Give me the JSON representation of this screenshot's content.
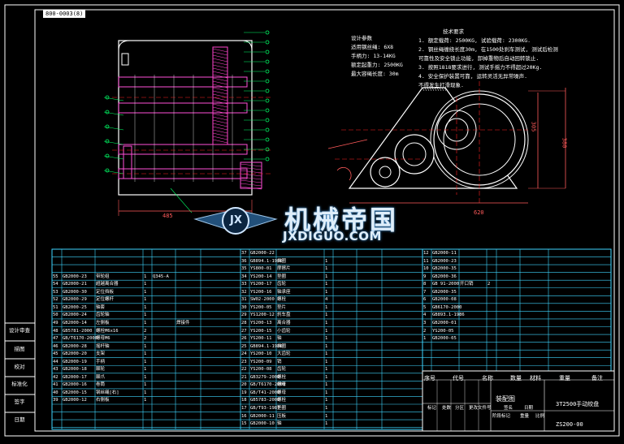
{
  "title_tag": "800-0003(8)",
  "design_params": {
    "label": "设计参数",
    "lines": [
      "适用钢丝绳: 6X8",
      "手柄力: 13-14KG",
      "额定起重力: 2500KG",
      "最大容绳长度: 30m"
    ]
  },
  "tech_requirements": {
    "title": "技术要求",
    "items": [
      "1. 额定载荷: 2500KG, 试验载荷: 2300KG.",
      "2. 钢丝绳缠绕长度30m, 在1500处刹车测试, 测试后检测",
      "   可靠性及安全锁止功能, 卸掉重物后自动回转锁止.",
      "3. 按照1818要求进行, 测试手摇力不得超过20Kg.",
      "4. 安全保护装置可靠, 运转灵活无异常噪声.",
      "   不得发生打滑现象."
    ]
  },
  "dimensions": {
    "d1": "485",
    "d2": "620",
    "d3": "380",
    "d4": "305"
  },
  "watermark": {
    "text_cn": "机械帝国",
    "text_en": "JXDIGUO.COM",
    "logo": "JX"
  },
  "side_labels": [
    "设计审查",
    "描图",
    "校对",
    "标准化",
    "签字",
    "日期"
  ],
  "title_block": {
    "header": [
      "序号",
      "代号",
      "名称",
      "数量",
      "材料",
      "重量",
      "备注"
    ],
    "drawing_name": "装配图",
    "product_name": "3T2500手动绞盘",
    "drawing_no": "ZS200-00",
    "small_labels": [
      "标记",
      "处数",
      "分区",
      "更改文件号",
      "签名",
      "日期"
    ],
    "scale_labels": [
      "阶段标记",
      "重量",
      "比例"
    ]
  },
  "bom_left": [
    [
      "",
      "",
      "",
      "",
      "",
      ""
    ],
    [
      "",
      "",
      "",
      "",
      "",
      ""
    ],
    [
      "",
      "",
      "",
      "",
      "",
      ""
    ],
    [
      "55",
      "GB2000-23",
      "带轮组",
      "1",
      "Q345-A",
      ""
    ],
    [
      "54",
      "GB2000-21",
      "超越离合器",
      "1",
      "",
      ""
    ],
    [
      "53",
      "GB2000-30",
      "定位挡板",
      "1",
      "",
      ""
    ],
    [
      "52",
      "GB2000-29",
      "定位螺杆",
      "1",
      "",
      ""
    ],
    [
      "51",
      "GB2000-25",
      "轴套",
      "1",
      "",
      ""
    ],
    [
      "50",
      "GB2000-24",
      "齿轮轴",
      "1",
      "",
      ""
    ],
    [
      "49",
      "GB2000-14",
      "左侧板",
      "1",
      "",
      "焊接件"
    ],
    [
      "48",
      "GB5781-2000",
      "螺栓M6x16",
      "2",
      "",
      ""
    ],
    [
      "47",
      "GB/T6170-2000",
      "螺母M6",
      "2",
      "",
      ""
    ],
    [
      "46",
      "GB2000-28",
      "摇杆轴",
      "1",
      "",
      ""
    ],
    [
      "45",
      "GB2000-20",
      "支架",
      "1",
      "",
      ""
    ],
    [
      "44",
      "GB2000-19",
      "手柄",
      "1",
      "",
      ""
    ],
    [
      "43",
      "GB2000-18",
      "棘轮",
      "1",
      "",
      ""
    ],
    [
      "42",
      "GB2000-17",
      "棘爪",
      "1",
      "",
      ""
    ],
    [
      "41",
      "GB2000-16",
      "卷筒",
      "1",
      "",
      ""
    ],
    [
      "40",
      "GB2000-15",
      "钢丝绳[右]",
      "1",
      "",
      ""
    ],
    [
      "39",
      "GB2000-12",
      "右侧板",
      "1",
      "",
      ""
    ]
  ],
  "bom_middle": [
    [
      "37",
      "GB2000-22",
      "",
      "",
      "",
      ""
    ],
    [
      "36",
      "GB894.1-1986",
      "挡圈",
      "1",
      "",
      ""
    ],
    [
      "35",
      "YS800-01",
      "摩擦片",
      "1",
      "",
      ""
    ],
    [
      "34",
      "YS200-14",
      "垫圈",
      "1",
      "",
      ""
    ],
    [
      "33",
      "YS200-17",
      "齿轮",
      "1",
      "",
      ""
    ],
    [
      "32",
      "YS200-16",
      "轴承座",
      "1",
      "",
      ""
    ],
    [
      "31",
      "SW02-2000",
      "螺栓",
      "4",
      "",
      ""
    ],
    [
      "30",
      "YS200-05",
      "垫片",
      "1",
      "",
      ""
    ],
    [
      "29",
      "YS1200-12",
      "刹车盘",
      "1",
      "",
      ""
    ],
    [
      "28",
      "YS200-13",
      "离合器",
      "1",
      "",
      ""
    ],
    [
      "27",
      "YS200-15",
      "小齿轮",
      "1",
      "",
      ""
    ],
    [
      "26",
      "YS200-11",
      "轴",
      "1",
      "",
      ""
    ],
    [
      "25",
      "GB894.1-1986",
      "挡圈",
      "1",
      "",
      ""
    ],
    [
      "24",
      "YS200-10",
      "大齿轮",
      "1",
      "",
      ""
    ],
    [
      "23",
      "YS200-09",
      "销",
      "1",
      "",
      ""
    ],
    [
      "22",
      "YS200-08",
      "齿轮",
      "1",
      "",
      ""
    ],
    [
      "21",
      "GB3279-2000",
      "螺栓",
      "1",
      "",
      ""
    ],
    [
      "20",
      "GB/T6170-2000",
      "螺母",
      "1",
      "",
      ""
    ],
    [
      "19",
      "GB/T41-2000",
      "螺母",
      "1",
      "",
      ""
    ],
    [
      "18",
      "GB5783-2000",
      "螺栓",
      "1",
      "",
      ""
    ],
    [
      "17",
      "GB/T93-1987",
      "垫圈",
      "1",
      "",
      ""
    ],
    [
      "16",
      "GB2000-11",
      "压板",
      "1",
      "",
      ""
    ],
    [
      "15",
      "GB2000-10",
      "轴",
      "1",
      "",
      ""
    ]
  ],
  "bom_right": [
    [
      "12",
      "GB2000-11",
      "",
      "",
      "",
      ""
    ],
    [
      "11",
      "GB2000-23",
      "",
      "",
      "",
      ""
    ],
    [
      "10",
      "GB2000-35",
      "",
      "",
      "",
      ""
    ],
    [
      "9",
      "GB2000-36",
      "",
      "",
      "",
      ""
    ],
    [
      "8",
      "GB 91-2000",
      "开口销",
      "2",
      "",
      ""
    ],
    [
      "7",
      "GB2000-35",
      "",
      "",
      "",
      ""
    ],
    [
      "6",
      "GB2000-08",
      "",
      "",
      "",
      ""
    ],
    [
      "5",
      "GB6170-2000",
      "",
      "",
      "",
      ""
    ],
    [
      "4",
      "GB893.1-1986",
      "",
      "",
      "",
      ""
    ],
    [
      "3",
      "GB2000-01",
      "",
      "",
      "",
      ""
    ],
    [
      "2",
      "YS200-05",
      "",
      "",
      "",
      ""
    ],
    [
      "1",
      "GB2000-05",
      "",
      "",
      "",
      ""
    ]
  ],
  "colors": {
    "frame": "#ffffff",
    "table": "#3fd6ff",
    "part": "#ff4fd8",
    "dim": "#ff5a5a",
    "center": "#ff2222",
    "hatch": "#ff44cc",
    "leader": "#00ff66",
    "text": "#ffffff"
  }
}
